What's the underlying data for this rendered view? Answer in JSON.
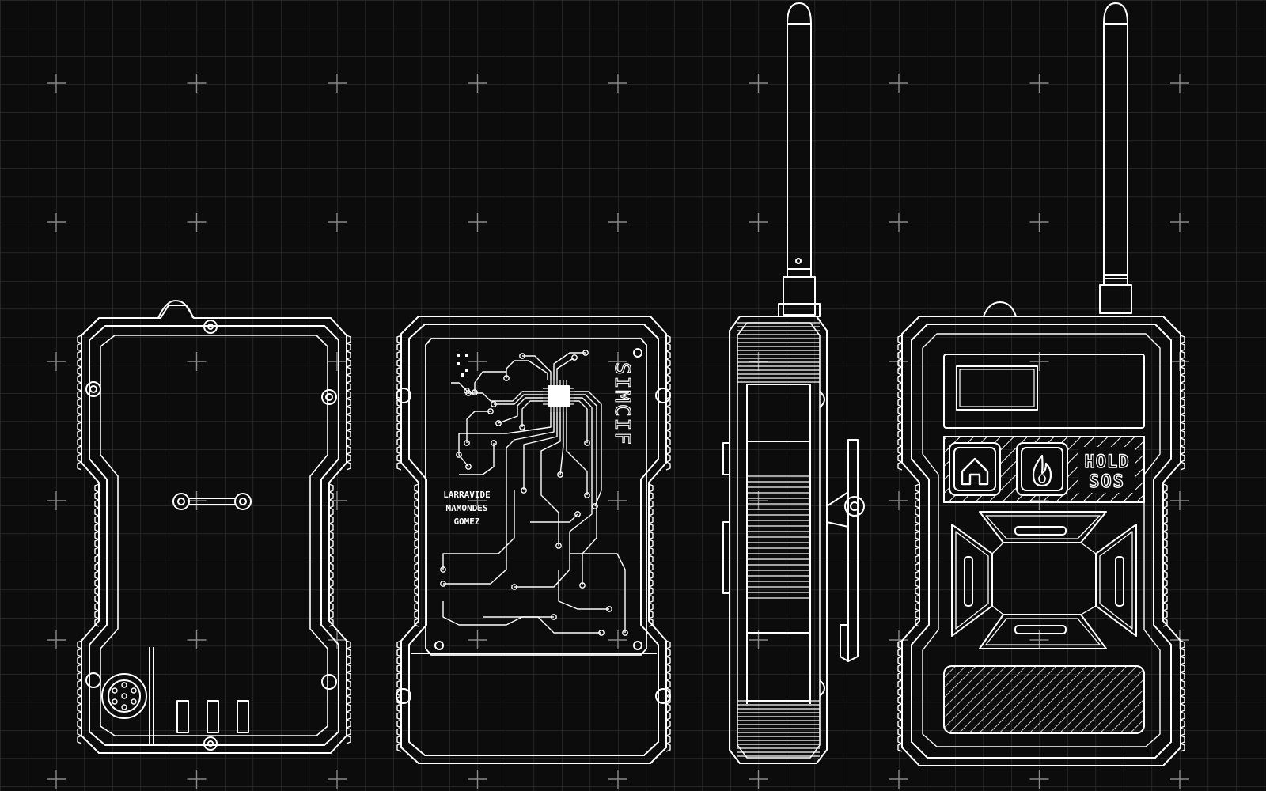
{
  "colors": {
    "background": "#0c0c0c",
    "grid": "#3a3a3a",
    "line": "#ffffff"
  },
  "views": [
    {
      "id": "back-interior",
      "icon": "speaker-grille-icon"
    },
    {
      "id": "pcb",
      "icon": "chip-icon"
    },
    {
      "id": "side",
      "icon": "belt-clip-icon"
    },
    {
      "id": "front",
      "icon": "home-icon"
    }
  ],
  "pcb": {
    "brand": "SIMCIF",
    "credits": [
      "LARRAVIDE",
      "MAMONDES",
      "GOMEZ"
    ]
  },
  "front": {
    "buttons": {
      "home_icon": "home-icon",
      "fire_icon": "flame-icon",
      "sos_line1": "HOLD",
      "sos_line2": "SOS"
    },
    "dpad": [
      "up",
      "down",
      "left",
      "right"
    ]
  }
}
